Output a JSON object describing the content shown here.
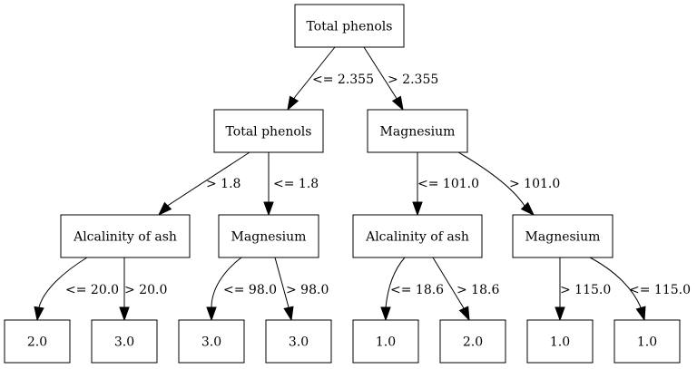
{
  "nodes": [
    {
      "id": "n1",
      "label": "Total phenols"
    },
    {
      "id": "n2",
      "label": "Total phenols"
    },
    {
      "id": "n3",
      "label": "Magnesium"
    },
    {
      "id": "n4",
      "label": "Alcalinity of ash"
    },
    {
      "id": "n5",
      "label": "Magnesium"
    },
    {
      "id": "n6",
      "label": "Alcalinity of ash"
    },
    {
      "id": "n7",
      "label": "Magnesium"
    },
    {
      "id": "l1",
      "label": "2.0"
    },
    {
      "id": "l2",
      "label": "3.0"
    },
    {
      "id": "l3",
      "label": "3.0"
    },
    {
      "id": "l4",
      "label": "3.0"
    },
    {
      "id": "l5",
      "label": "1.0"
    },
    {
      "id": "l6",
      "label": "2.0"
    },
    {
      "id": "l7",
      "label": "1.0"
    },
    {
      "id": "l8",
      "label": "1.0"
    }
  ],
  "edges": [
    {
      "from": "n1",
      "to": "n2",
      "label": "<= 2.355"
    },
    {
      "from": "n1",
      "to": "n3",
      "label": "> 2.355"
    },
    {
      "from": "n2",
      "to": "n4",
      "label": "> 1.8"
    },
    {
      "from": "n2",
      "to": "n5",
      "label": "<= 1.8"
    },
    {
      "from": "n3",
      "to": "n6",
      "label": "<= 101.0"
    },
    {
      "from": "n3",
      "to": "n7",
      "label": "> 101.0"
    },
    {
      "from": "n4",
      "to": "l1",
      "label": "<= 20.0"
    },
    {
      "from": "n4",
      "to": "l2",
      "label": "> 20.0"
    },
    {
      "from": "n5",
      "to": "l3",
      "label": "<= 98.0"
    },
    {
      "from": "n5",
      "to": "l4",
      "label": "> 98.0"
    },
    {
      "from": "n6",
      "to": "l5",
      "label": "<= 18.6"
    },
    {
      "from": "n6",
      "to": "l6",
      "label": "> 18.6"
    },
    {
      "from": "n7",
      "to": "l7",
      "label": "> 115.0"
    },
    {
      "from": "n7",
      "to": "l8",
      "label": "<= 115.0"
    }
  ]
}
